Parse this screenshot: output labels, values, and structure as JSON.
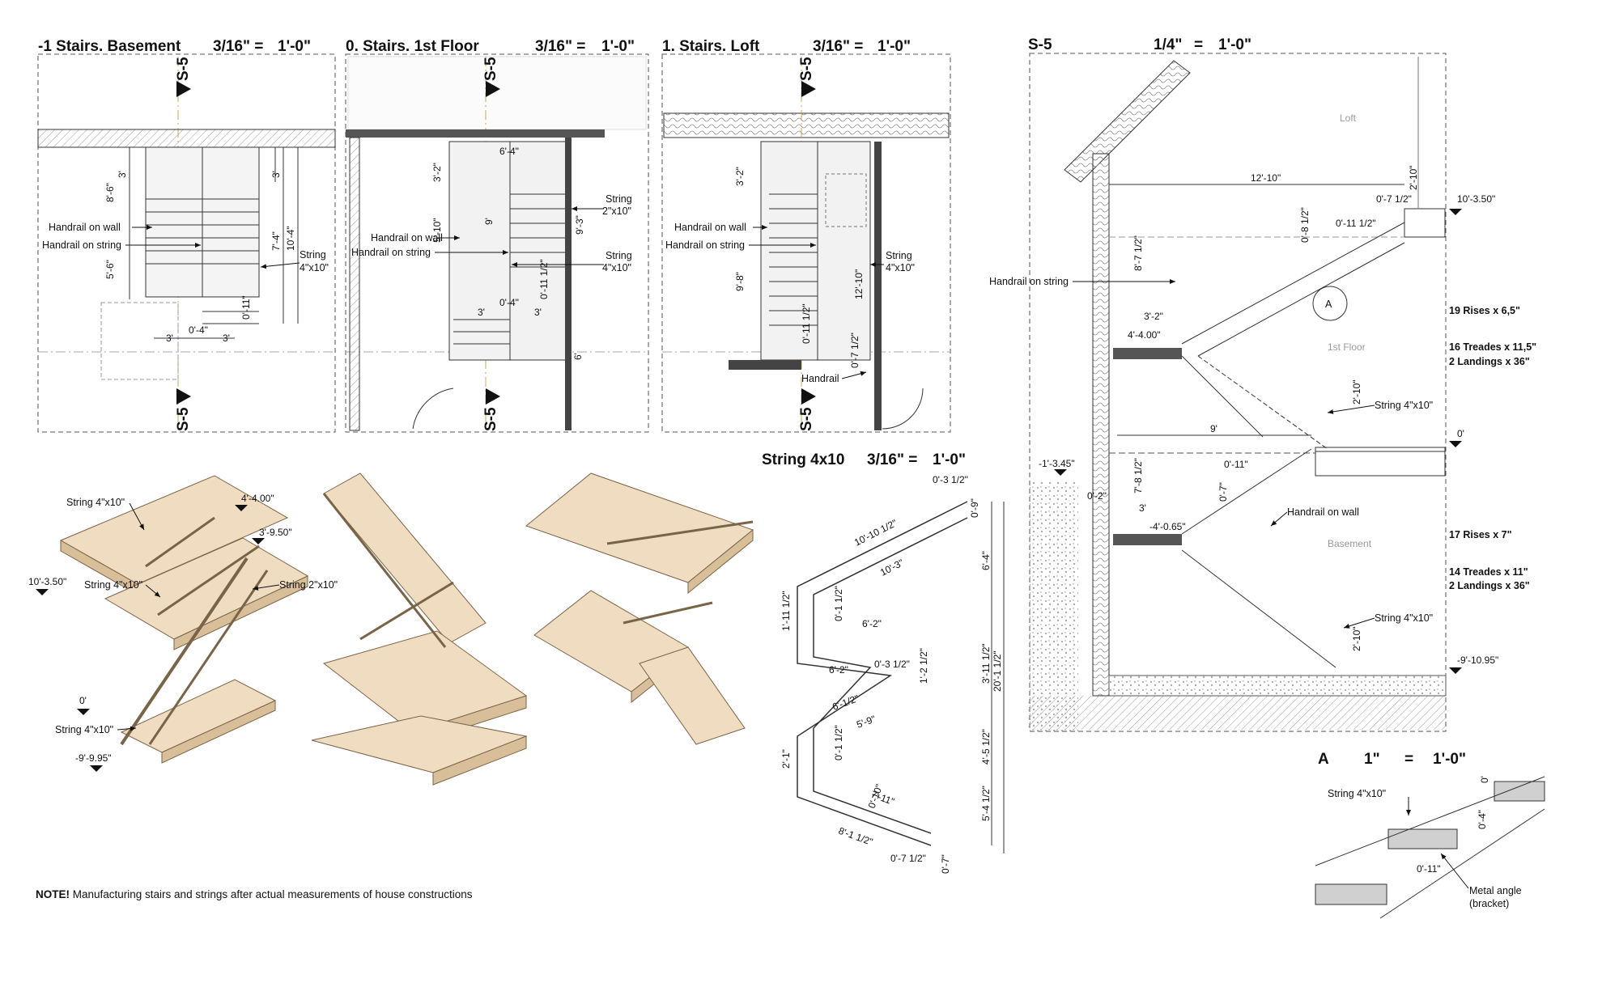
{
  "plans": [
    {
      "title": "-1 Stairs. Basement",
      "scale": "3/16\" =",
      "scale_value": "1'-0\""
    },
    {
      "title": "0.  Stairs. 1st Floor",
      "scale": "3/16\" =",
      "scale_value": "1'-0\""
    },
    {
      "title": "1.  Stairs. Loft",
      "scale": "3/16\" =",
      "scale_value": "1'-0\""
    }
  ],
  "section": {
    "title": "S-5",
    "scale": "1/4\"",
    "eq": "=",
    "scale_value": "1'-0\""
  },
  "section_marker": "S-5",
  "plan_labels": {
    "handrail_on_wall": "Handrail on wall",
    "handrail_on_string": "Handrail on string",
    "string_4x10": "String\n4\"x10\"",
    "string_2x10": "String\n2\"x10\"",
    "handrail": "Handrail",
    "b_dims": [
      "3'",
      "8'-6\"",
      "5'-6\"",
      "3'",
      "7'-4\"",
      "10'-4\"",
      "0'-11\"",
      "0'-4\"",
      "3'",
      "3'"
    ],
    "f_dims": [
      "6'-4\"",
      "3'-2\"",
      "5'-10\"",
      "9'",
      "9'-3\"",
      "0'-11 1/2\"",
      "0'-4\"",
      "3'",
      "3'",
      "6'"
    ],
    "l_dims": [
      "3'-2\"",
      "9'-8\"",
      "12'-10\"",
      "0'-11 1/2\"",
      "0'-7 1/2\""
    ]
  },
  "iso_labels": {
    "string1": "String 4\"x10\"",
    "string2": "String 4\"x10\"",
    "string3": "String 2\"x10\"",
    "string4": "String 4\"x10\"",
    "lvl1": "4'-4.00\"",
    "lvl2": "3'-9.50\"",
    "lvl3": "10'-3.50\"",
    "lvl4": "0'",
    "lvl5": "-9'-9.95\""
  },
  "string": {
    "title": "String 4x10",
    "scale": "3/16\" =",
    "scale_value": "1'-0\"",
    "dims": [
      "0'-3 1/2\"",
      "0'-9\"",
      "10'-10 1/2\"",
      "10'-3\"",
      "6'-4\"",
      "1'-11 1/2\"",
      "0'-1 1/2\"",
      "6'-2\"",
      "6'-2\"",
      "0'-3 1/2\"",
      "6'-1/2\"",
      "1'-2 1/2\"",
      "5'-9\"",
      "3'-11 1/2\"",
      "20'-1 1/2\"",
      "2'-1\"",
      "0'-1 1/2\"",
      "7'-11\"",
      "4'-5 1/2\"",
      "0'-10\"",
      "8'-1 1/2\"",
      "0'-7 1/2\"",
      "0'-7\"",
      "5'-4 1/2\""
    ]
  },
  "section_labels": {
    "loft": "Loft",
    "first_floor": "1st Floor",
    "basement": "Basement",
    "handrail_on_string": "Handrail on string",
    "handrail_on_wall": "Handrail on wall",
    "string_4x10_a": "String 4\"x10\"",
    "string_4x10_b": "String 4\"x10\"",
    "detail_mark": "A",
    "lvl_top": "10'-3.50\"",
    "lvl_zero": "0'",
    "lvl_basement": "-1'-3.45\"",
    "lvl_bottom": "-9'-10.95\"",
    "spec_upper": [
      "19 Rises x 6,5\"",
      "16 Treades x 11,5\"",
      "2 Landings x 36\""
    ],
    "spec_lower": [
      "17 Rises x 7\"",
      "14 Treades x 11\"",
      "2 Landings x 36\""
    ],
    "dims": [
      "12'-10\"",
      "2'-10\"",
      "0'-7 1/2\"",
      "0'-8 1/2\"",
      "0'-11 1/2\"",
      "8'-7 1/2\"",
      "3'-2\"",
      "4'-4.00\"",
      "2'-10\"",
      "9'",
      "0'-11\"",
      "7'-8 1/2\"",
      "0'-7\"",
      "0'-2\"",
      "3'",
      "-4'-0.65\"",
      "2'-10\""
    ]
  },
  "detail": {
    "title": "A",
    "scale": "1\"",
    "eq": "=",
    "scale_value": "1'-0\"",
    "string": "String 4\"x10\"",
    "dim1": "0'-4\"",
    "dim2": "0'-11\"",
    "dim3": "0'",
    "bracket": "Metal angle\n(bracket)"
  },
  "note": {
    "bold": "NOTE!",
    "text": " Manufacturing stairs and strings after actual measurements of house constructions"
  },
  "colors": {
    "wood": "#f0dcc0",
    "wood_dark": "#d9bf99",
    "line": "#222222",
    "dash": "#666666",
    "hatch": "#bdbdbd"
  }
}
